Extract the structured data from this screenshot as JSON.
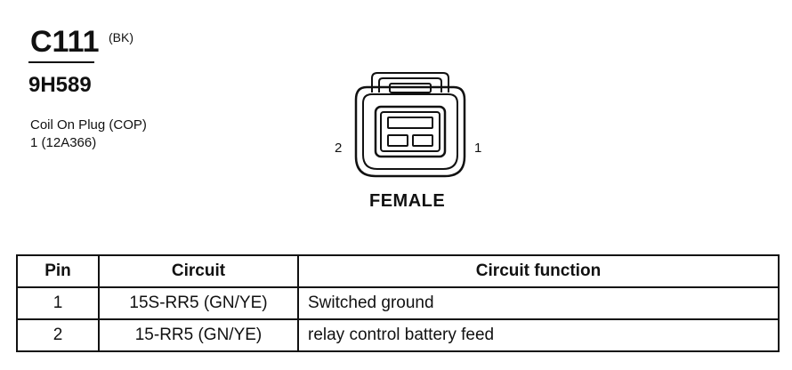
{
  "connector": {
    "id": "C111",
    "color_code": "(BK)",
    "part_number": "9H589",
    "description_lines": [
      "Coil On Plug (COP)",
      "1 (12A366)"
    ],
    "pin_left_label": "2",
    "pin_right_label": "1",
    "gender": "FEMALE"
  },
  "table": {
    "headers": [
      "Pin",
      "Circuit",
      "Circuit function"
    ],
    "rows": [
      {
        "pin": "1",
        "circuit": "15S-RR5 (GN/YE)",
        "function": "Switched ground"
      },
      {
        "pin": "2",
        "circuit": "15-RR5 (GN/YE)",
        "function": "relay control battery feed"
      }
    ]
  }
}
